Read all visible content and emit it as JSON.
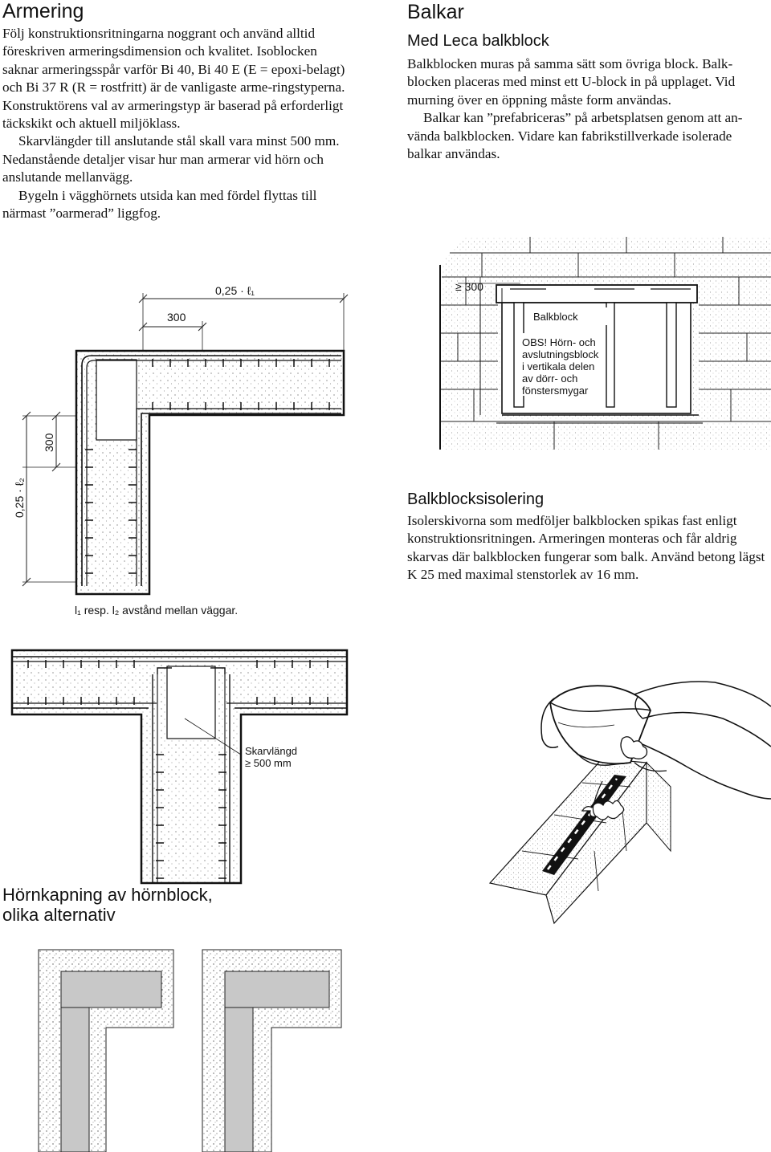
{
  "armering": {
    "title": "Armering",
    "para1": "Följ konstruktionsritningarna noggrant och använd alltid föreskriven armeringsdimension och kvalitet. Isoblocken saknar armeringsspår varför Bi 40, Bi 40 E (E = epoxi-belagt) och Bi 37 R (R = rostfritt) är de vanligaste arme-ringstyperna. Konstruktörens val av armeringstyp är baserad på erforderligt täckskikt och aktuell miljöklass.",
    "para2": "Skarvlängder till anslutande stål skall vara minst 500 mm. Nedanstående detaljer visar hur man armerar vid hörn och anslutande mellanvägg.",
    "para3": "Bygeln i vägghörnets utsida kan med fördel flyttas till närmast ”oarmerad” liggfog."
  },
  "corner_drawing": {
    "dim_top_long": "0,25 · ℓ₁",
    "dim_top_short": "300",
    "dim_left_short": "300",
    "dim_left_long": "0,25 · ℓ₂",
    "caption": "l₁ resp. l₂ avstånd mellan väggar."
  },
  "tee_drawing": {
    "label_line1": "Skarvlängd",
    "label_line2": "≥ 500 mm"
  },
  "hornkapning": {
    "title_line1": "Hörnkapning av hörnblock,",
    "title_line2": "olika alternativ"
  },
  "balkar": {
    "title": "Balkar",
    "subtitle": "Med Leca balkblock",
    "para1": "Balkblocken muras på samma sätt som övriga block. Balk-blocken placeras med minst ett U-block in på upplaget. Vid murning över en öppning måste form användas.",
    "para2": "Balkar kan ”prefabriceras” på arbetsplatsen genom att an-vända balkblocken. Vidare kan fabrikstillverkade isolerade balkar användas."
  },
  "wall_drawing": {
    "dim": "≥ 300",
    "label_balkblock": "Balkblock",
    "note_line1": "OBS! Hörn- och",
    "note_line2": "avslutningsblock",
    "note_line3": "i vertikala delen",
    "note_line4": "av dörr- och",
    "note_line5": "fönstersmygar"
  },
  "isolering": {
    "title": "Balkblocksisolering",
    "para1": "Isolerskivorna som medföljer balkblocken spikas fast enligt konstruktionsritningen. Armeringen monteras och får aldrig skarvas där balkblocken fungerar som balk. Använd betong lägst K 25 med maximal stenstorlek av 16 mm."
  }
}
